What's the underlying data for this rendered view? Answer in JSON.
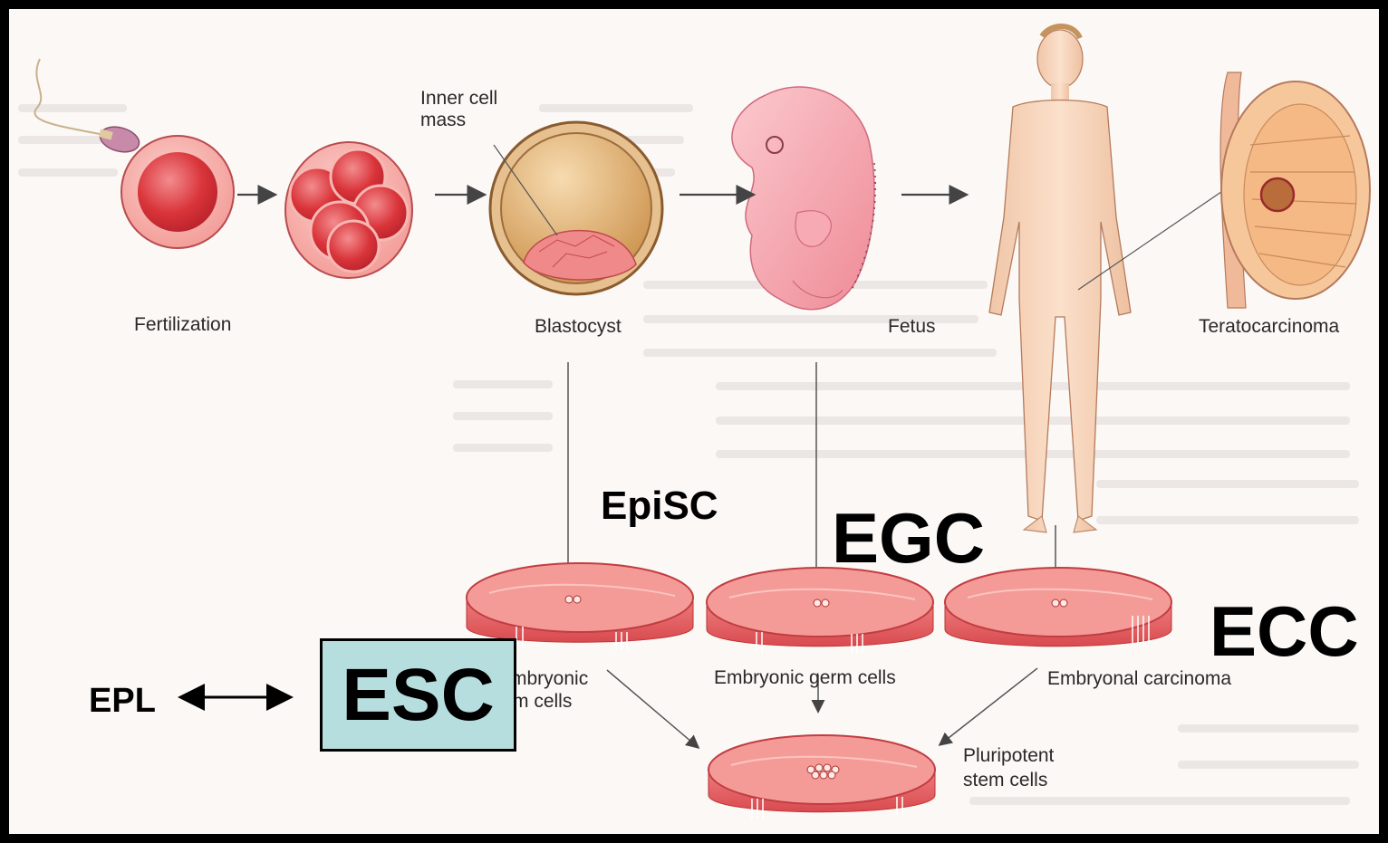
{
  "stages": {
    "fertilization": "Fertilization",
    "inner_cell_mass": [
      "Inner cell",
      "mass"
    ],
    "blastocyst": "Blastocyst",
    "fetus": "Fetus",
    "teratocarcinoma": "Teratocarcinoma"
  },
  "dishes": {
    "embryonic_stem": [
      "mbryonic",
      "m cells"
    ],
    "embryonic_germ": "Embryonic germ cells",
    "embryonal_carcinoma": "Embryonal carcinoma",
    "pluripotent": [
      "Pluripotent",
      "stem cells"
    ]
  },
  "overlay": {
    "episc": "EpiSC",
    "egc": "EGC",
    "ecc": "ECC",
    "esc": "ESC",
    "epl": "EPL"
  },
  "colors": {
    "border": "#000000",
    "esc_box": "#b7dede",
    "cell_red": "#d9343a",
    "dish_pink": "#f08a8a"
  }
}
